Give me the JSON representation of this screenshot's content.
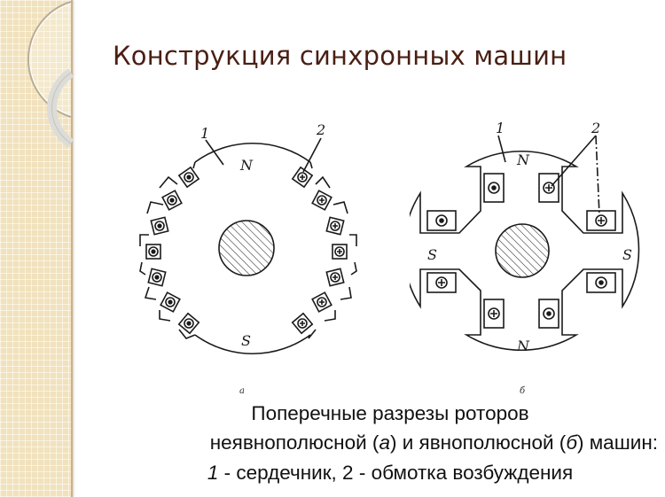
{
  "slide": {
    "title": "Конструкция синхронных машин",
    "colors": {
      "title": "#4a1f14",
      "side_band": "#f1e2bd",
      "caption": "#111111",
      "line": "#1a1a1a"
    }
  },
  "diagram_a": {
    "label": "а",
    "callout_1": "1",
    "callout_2": "2",
    "pole_top": "N",
    "pole_bottom": "S",
    "left_conductors": "dot",
    "right_conductors": "cross",
    "slots_per_side": 7
  },
  "diagram_b": {
    "label": "б",
    "callout_1": "1",
    "callout_2": "2",
    "pole_top": "N",
    "pole_bottom": "N",
    "pole_left": "S",
    "pole_right": "S"
  },
  "caption": {
    "line1": "Поперечные разрезы роторов",
    "line2_a": "неявнополюсной (",
    "line2_a_it": "а",
    "line2_b": ") и явнополюсной (",
    "line2_b_it": "б",
    "line2_c": ") машин:",
    "line3_num1": "1",
    "line3_text1": " - сердечник, 2 - обмотка возбуждения"
  }
}
